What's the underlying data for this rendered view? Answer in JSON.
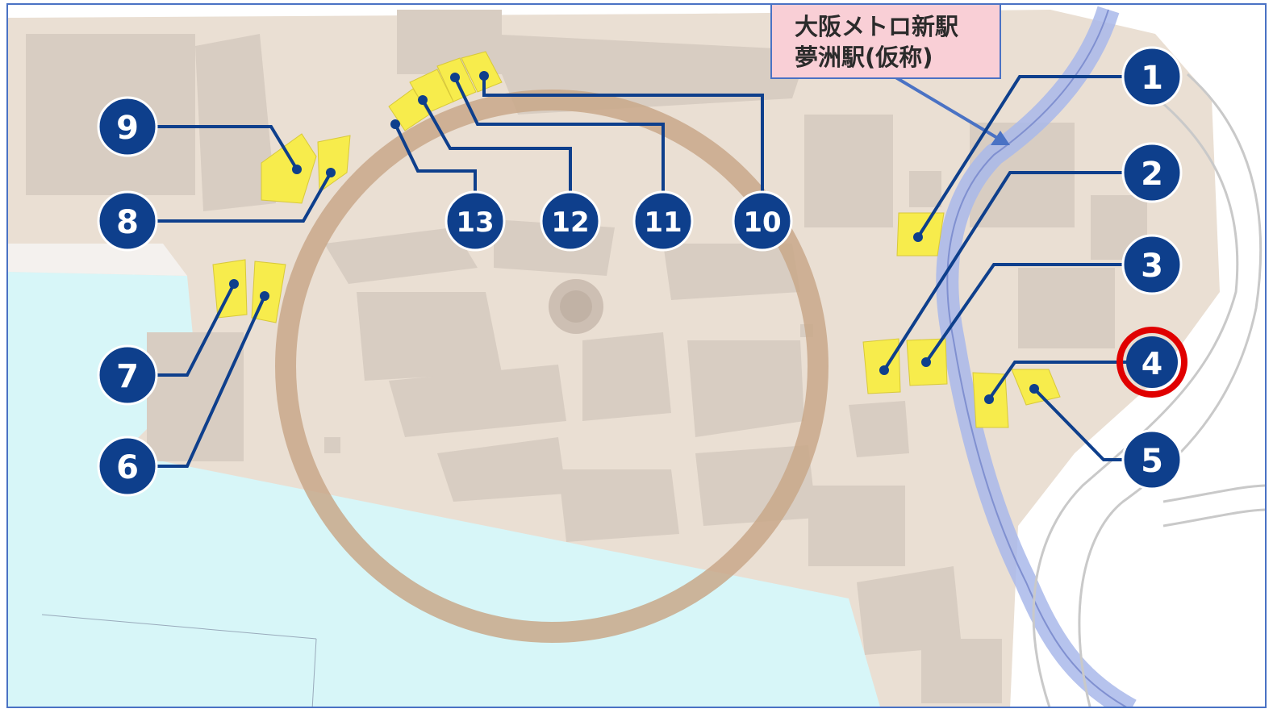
{
  "callout": {
    "line1": "大阪メトロ新駅",
    "line2": "夢洲駅(仮称)"
  },
  "markers": [
    {
      "id": "1",
      "label": "1",
      "highlighted": false
    },
    {
      "id": "2",
      "label": "2",
      "highlighted": false
    },
    {
      "id": "3",
      "label": "3",
      "highlighted": false
    },
    {
      "id": "4",
      "label": "4",
      "highlighted": true
    },
    {
      "id": "5",
      "label": "5",
      "highlighted": false
    },
    {
      "id": "6",
      "label": "6",
      "highlighted": false
    },
    {
      "id": "7",
      "label": "7",
      "highlighted": false
    },
    {
      "id": "8",
      "label": "8",
      "highlighted": false
    },
    {
      "id": "9",
      "label": "9",
      "highlighted": false
    },
    {
      "id": "10",
      "label": "10",
      "highlighted": false
    },
    {
      "id": "11",
      "label": "11",
      "highlighted": false
    },
    {
      "id": "12",
      "label": "12",
      "highlighted": false
    },
    {
      "id": "13",
      "label": "13",
      "highlighted": false
    }
  ],
  "colors": {
    "land": "#eadfd3",
    "building": "#d8cdc2",
    "water": "#d7f6f8",
    "ring": "#c9a88a",
    "site": "#f7ec4c",
    "marker": "#0e3f8c",
    "highlight_ring": "#e00000",
    "rail": "#a9b8ea",
    "frame": "#4a72c4",
    "callout_bg": "#f9cfd6"
  }
}
